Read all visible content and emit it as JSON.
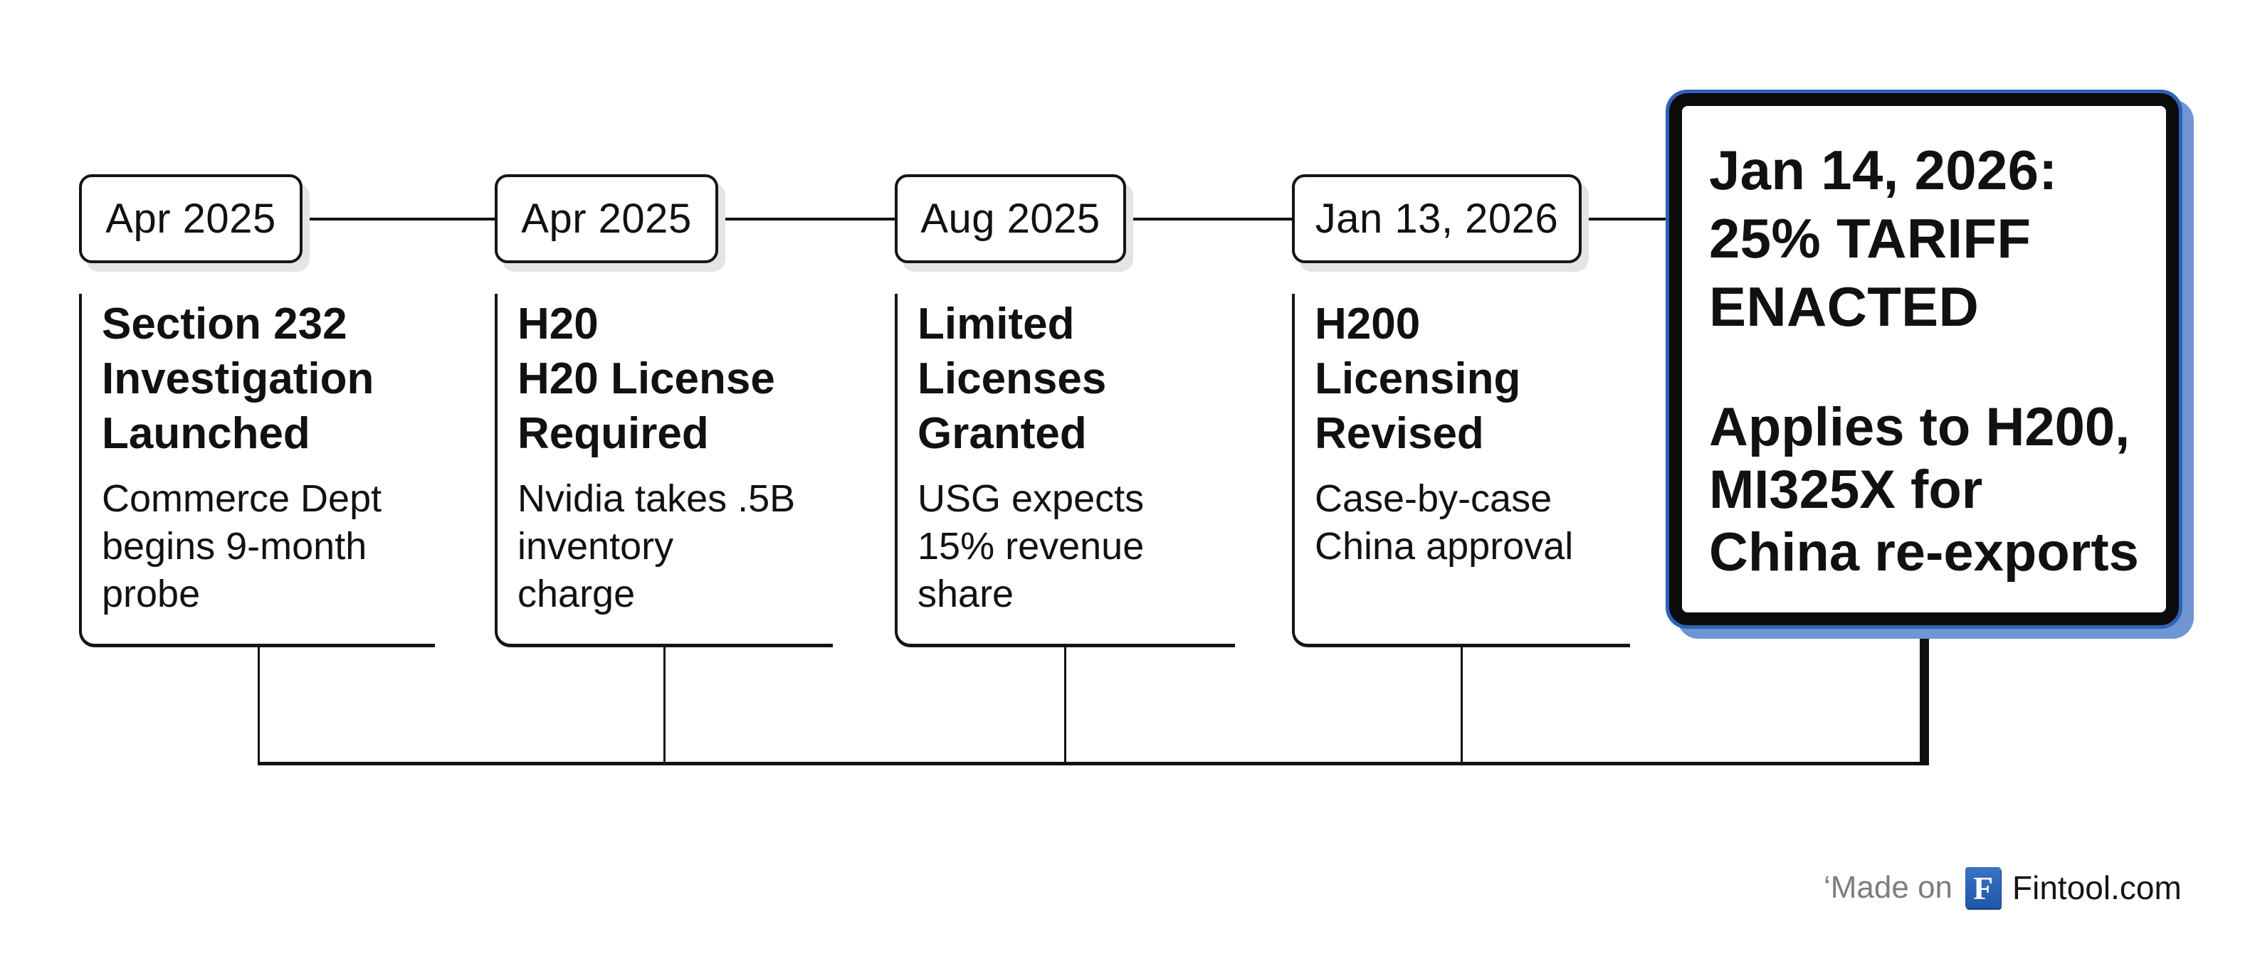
{
  "timeline": {
    "events": [
      {
        "date": "Apr 2025",
        "title": "Section 232\nInvestigation\nLaunched",
        "description": "Commerce Dept\nbegins 9-month\nprobe"
      },
      {
        "date": "Apr 2025",
        "title": "H20\nH20 License\nRequired",
        "description": "Nvidia takes .5B\ninventory\ncharge"
      },
      {
        "date": "Aug 2025",
        "title": "Limited\nLicenses\nGranted",
        "description": "USG expects\n15% revenue\nshare"
      },
      {
        "date": "Jan 13, 2026",
        "title": "H200\nLicensing\nRevised",
        "description": "Case-by-case\nChina approval"
      }
    ],
    "highlight": {
      "title": "Jan 14, 2026:\n25% TARIFF\nENACTED",
      "description": "Applies to H200,\nMI325X for\nChina re-exports",
      "accent_color": "#2f62b8",
      "shadow_color": "#6f96d3"
    }
  },
  "footer": {
    "made_on": "‘Made on",
    "logo_letter": "F",
    "brand": "Fintool.com",
    "logo_color": "#2b63b5"
  }
}
